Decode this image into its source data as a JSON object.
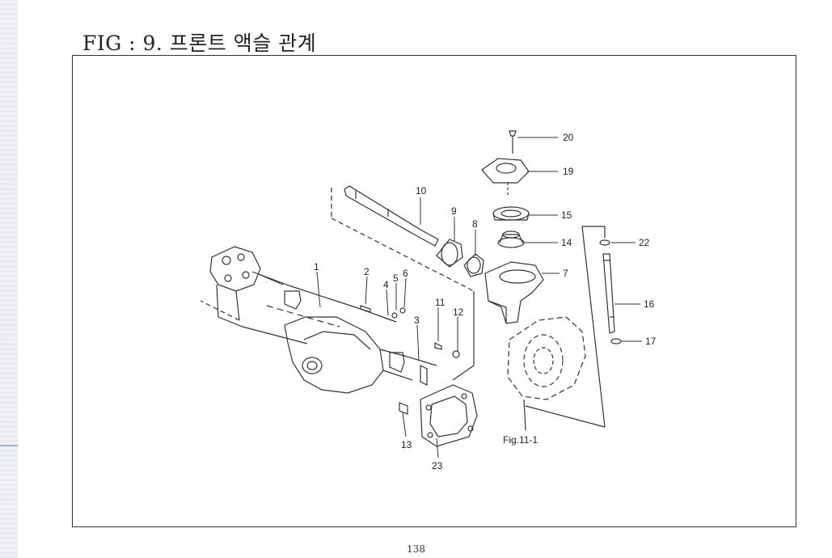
{
  "page": {
    "title": "FIG : 9. 프론트 액슬 관계",
    "page_number": "138"
  },
  "diagram": {
    "part_labels": [
      "20",
      "19",
      "15",
      "14",
      "7",
      "10",
      "9",
      "8",
      "22",
      "16",
      "17",
      "1",
      "2",
      "4",
      "5",
      "6",
      "11",
      "12",
      "3",
      "13",
      "23"
    ],
    "reference_label": "Fig.11-1"
  }
}
